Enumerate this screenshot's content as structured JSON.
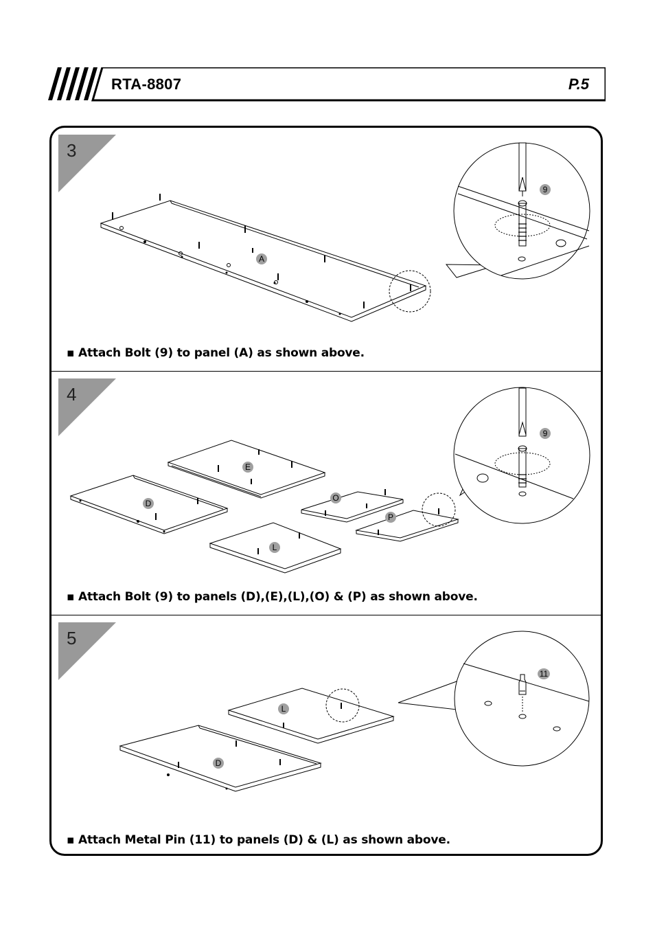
{
  "header": {
    "model": "RTA-8807",
    "page": "P.5"
  },
  "steps": [
    {
      "number": "3",
      "caption": "▪ Attach Bolt (9) to panel (A) as shown above.",
      "panels": [
        "A"
      ],
      "detail_part": "9"
    },
    {
      "number": "4",
      "caption": "▪ Attach Bolt (9) to panels (D),(E),(L),(O) & (P) as shown above.",
      "panels": [
        "E",
        "D",
        "O",
        "P",
        "L"
      ],
      "detail_part": "9"
    },
    {
      "number": "5",
      "caption": "▪ Attach Metal Pin (11) to panels (D) & (L) as shown above.",
      "panels": [
        "L",
        "D"
      ],
      "detail_part": "11"
    }
  ],
  "colors": {
    "step_badge": "#999999",
    "label_circle": "#a0a0a0",
    "line": "#000000"
  }
}
